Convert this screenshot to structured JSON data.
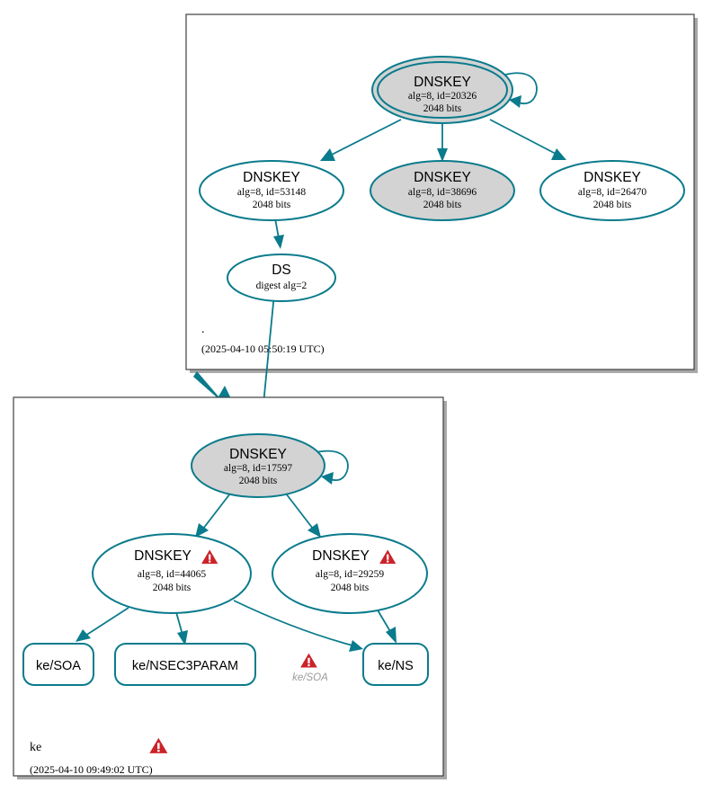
{
  "diagram": {
    "type": "dnssec-authentication-chain",
    "colors": {
      "edge": "#0a7b8c",
      "node_stroke": "#0a7b8c",
      "secure_key_fill": "#d3d3d3",
      "plain_fill": "#ffffff",
      "warning": "#cc2229",
      "cluster_stroke": "#3f3f3f",
      "ghost_text": "#9a9a9a"
    }
  },
  "zones": [
    {
      "id": "root",
      "name": ".",
      "timestamp": "(2025-04-10 05:50:19 UTC)",
      "has_warning": false,
      "nodes": [
        {
          "id": "root-ksk-20326",
          "kind": "DNSKEY",
          "title": "DNSKEY",
          "line2": "alg=8, id=20326",
          "line3": "2048 bits",
          "shape": "doubleellipse",
          "fill": "grey",
          "self_signed": true,
          "warning": false
        },
        {
          "id": "root-zsk-53148",
          "kind": "DNSKEY",
          "title": "DNSKEY",
          "line2": "alg=8, id=53148",
          "line3": "2048 bits",
          "shape": "ellipse",
          "fill": "white",
          "self_signed": false,
          "warning": false
        },
        {
          "id": "root-zsk-38696",
          "kind": "DNSKEY",
          "title": "DNSKEY",
          "line2": "alg=8, id=38696",
          "line3": "2048 bits",
          "shape": "ellipse",
          "fill": "grey",
          "self_signed": false,
          "warning": false
        },
        {
          "id": "root-zsk-26470",
          "kind": "DNSKEY",
          "title": "DNSKEY",
          "line2": "alg=8, id=26470",
          "line3": "2048 bits",
          "shape": "ellipse",
          "fill": "white",
          "self_signed": false,
          "warning": false
        },
        {
          "id": "root-ds",
          "kind": "DS",
          "title": "DS",
          "line2": "digest alg=2",
          "line3": "",
          "shape": "ellipse",
          "fill": "white",
          "self_signed": false,
          "warning": false
        }
      ]
    },
    {
      "id": "ke",
      "name": "ke",
      "timestamp": "(2025-04-10 09:49:02 UTC)",
      "has_warning": true,
      "nodes": [
        {
          "id": "ke-ksk-17597",
          "kind": "DNSKEY",
          "title": "DNSKEY",
          "line2": "alg=8, id=17597",
          "line3": "2048 bits",
          "shape": "ellipse",
          "fill": "grey",
          "self_signed": true,
          "warning": false
        },
        {
          "id": "ke-zsk-44065",
          "kind": "DNSKEY",
          "title": "DNSKEY",
          "line2": "alg=8, id=44065",
          "line3": "2048 bits",
          "shape": "ellipse",
          "fill": "white",
          "self_signed": false,
          "warning": true
        },
        {
          "id": "ke-zsk-29259",
          "kind": "DNSKEY",
          "title": "DNSKEY",
          "line2": "alg=8, id=29259",
          "line3": "2048 bits",
          "shape": "ellipse",
          "fill": "white",
          "self_signed": false,
          "warning": true
        },
        {
          "id": "ke-soa",
          "kind": "RRset",
          "title": "ke/SOA",
          "line2": "",
          "line3": "",
          "shape": "box",
          "fill": "white",
          "self_signed": false,
          "warning": false
        },
        {
          "id": "ke-nsec3param",
          "kind": "RRset",
          "title": "ke/NSEC3PARAM",
          "line2": "",
          "line3": "",
          "shape": "box",
          "fill": "white",
          "self_signed": false,
          "warning": false
        },
        {
          "id": "ke-soa-error",
          "kind": "error-marker",
          "title": "ke/SOA",
          "line2": "",
          "line3": "",
          "shape": "warning-only",
          "fill": "none",
          "self_signed": false,
          "warning": true
        },
        {
          "id": "ke-ns",
          "kind": "RRset",
          "title": "ke/NS",
          "line2": "",
          "line3": "",
          "shape": "box",
          "fill": "white",
          "self_signed": false,
          "warning": false
        }
      ]
    }
  ],
  "edges": [
    {
      "from": "root-ksk-20326",
      "to": "root-ksk-20326",
      "style": "self-loop"
    },
    {
      "from": "root-ksk-20326",
      "to": "root-zsk-53148",
      "style": "arrow"
    },
    {
      "from": "root-ksk-20326",
      "to": "root-zsk-38696",
      "style": "arrow"
    },
    {
      "from": "root-ksk-20326",
      "to": "root-zsk-26470",
      "style": "arrow"
    },
    {
      "from": "root-zsk-53148",
      "to": "root-ds",
      "style": "arrow"
    },
    {
      "from": "root-ds",
      "to": "ke-ksk-17597",
      "style": "arrow"
    },
    {
      "from": "root",
      "to": "ke",
      "style": "zone-delegation-arrow"
    },
    {
      "from": "ke-ksk-17597",
      "to": "ke-ksk-17597",
      "style": "self-loop"
    },
    {
      "from": "ke-ksk-17597",
      "to": "ke-zsk-44065",
      "style": "arrow"
    },
    {
      "from": "ke-ksk-17597",
      "to": "ke-zsk-29259",
      "style": "arrow"
    },
    {
      "from": "ke-zsk-44065",
      "to": "ke-soa",
      "style": "arrow"
    },
    {
      "from": "ke-zsk-44065",
      "to": "ke-nsec3param",
      "style": "arrow"
    },
    {
      "from": "ke-zsk-44065",
      "to": "ke-ns",
      "style": "arrow"
    },
    {
      "from": "ke-zsk-29259",
      "to": "ke-ns",
      "style": "arrow"
    }
  ]
}
